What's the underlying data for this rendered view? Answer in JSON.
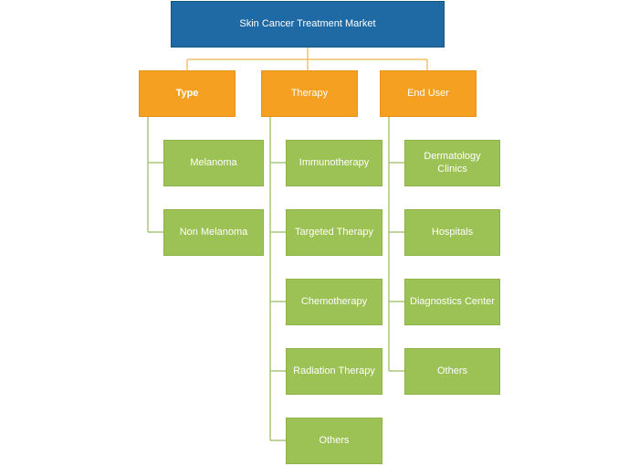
{
  "title": "Skin Cancer Treatment Market",
  "categories": [
    {
      "label": "Type",
      "items": [
        "Melanoma",
        "Non Melanoma"
      ]
    },
    {
      "label": "Therapy",
      "items": [
        "Immunotherapy",
        "Targeted Therapy",
        "Chemotherapy",
        "Radiation Therapy",
        "Others"
      ]
    },
    {
      "label": "End User",
      "items": [
        "Dermatology Clinics",
        "Hospitals",
        "Diagnostics Center",
        "Others"
      ]
    }
  ],
  "colors": {
    "root": "#1f6aa5",
    "category": "#f5a020",
    "leaf": "#9cc155",
    "connector": "#f5c06a",
    "leaf_connector": "#a8c878"
  }
}
